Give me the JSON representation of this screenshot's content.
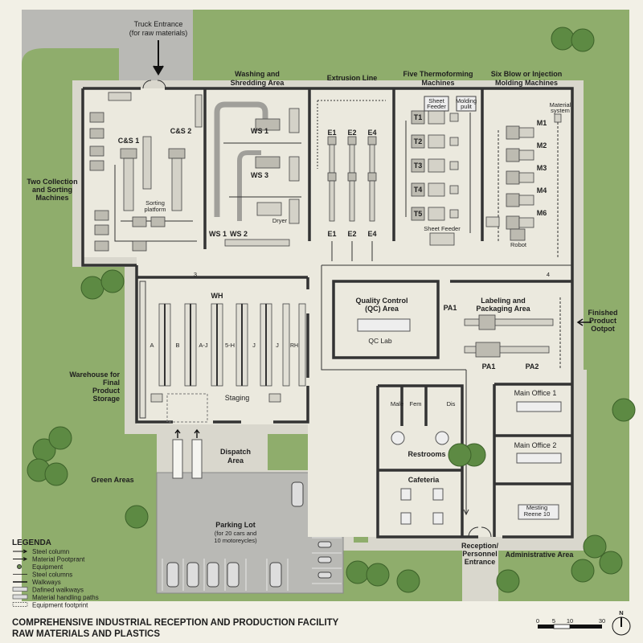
{
  "colors": {
    "background": "#f2f0e6",
    "grass": "#8fad6c",
    "floor": "#ebe9de",
    "wall": "#333333",
    "road": "#b9b9b5",
    "tree": "#5d8a43"
  },
  "site": {
    "truck_entrance": [
      "Truck Entrance",
      "(for raw materials)"
    ],
    "collection_label": [
      "Two Collection",
      "and Sorting",
      "Machines"
    ],
    "warehouse_label": [
      "Warehouse for",
      "Final",
      "Product",
      "Storage"
    ],
    "green_areas": "Green Areas",
    "dispatch_area": [
      "Dispatch",
      "Area"
    ],
    "parking": {
      "title": "Parking Lot",
      "sub": [
        "(for 20 cars and",
        "10 motoreycles)"
      ]
    },
    "reception": [
      "Reception/",
      "Personnel",
      "Entrance"
    ],
    "administrative_area": "Administrative Area",
    "finished_output": [
      "Finished",
      "Product",
      "Ootpot"
    ]
  },
  "areas": {
    "washing": [
      "Washing and",
      "Shredding Area"
    ],
    "extrusion": "Extrusion Line",
    "thermoforming": [
      "Five Thermoforming",
      "Machines"
    ],
    "molding": [
      "Six Blow or Injection",
      "Molding Machines"
    ]
  },
  "sorting": {
    "cs1": "C&S 1",
    "cs2": "C&S 2",
    "platform": [
      "Sorting",
      "platform"
    ]
  },
  "washing_eq": {
    "ws1_top": "WS 1",
    "ws3": "WS 3",
    "ws1": "WS 1",
    "ws2": "WS 2",
    "dryer": "Dryer"
  },
  "extrusion_eq": {
    "top": [
      "E1",
      "E2",
      "E4"
    ],
    "bottom": [
      "E1",
      "E2",
      "E4"
    ]
  },
  "thermo_eq": {
    "machines": [
      "T1",
      "T2",
      "T3",
      "T4",
      "T5"
    ],
    "sheet_feeder_top": [
      "Sheet",
      "Feeder"
    ],
    "molding_unit": [
      "Molding",
      "pulit"
    ],
    "sheet_feeder": "Sheet Feeder"
  },
  "molding_eq": {
    "machines": [
      "M1",
      "M2",
      "M3",
      "M4",
      "M6"
    ],
    "material_system": [
      "Material",
      "system"
    ],
    "robot": "Robot"
  },
  "markers": {
    "three": "3",
    "four": "4"
  },
  "warehouse": {
    "title": "WH",
    "racks": [
      "A",
      "B",
      "A-J",
      "5-H",
      "J",
      "J",
      "RH"
    ],
    "staging": "Staging"
  },
  "qc": {
    "title": [
      "Quality Control",
      "(QC) Area"
    ],
    "lab": "QC Lab",
    "pa1_side": "PA1"
  },
  "packaging": {
    "title": [
      "Labeling and",
      "Packaging Area"
    ],
    "pa1": "PA1",
    "pa2": "PA2"
  },
  "restrooms": {
    "male": "Male",
    "fem": "Fem",
    "dis": "Dis",
    "title": "Restrooms"
  },
  "cafeteria": "Cafeteria",
  "offices": {
    "office1": "Main Office 1",
    "office2": "Main Office 2",
    "meeting": [
      "Mesting",
      "Reene 10"
    ]
  },
  "legend": {
    "title": "LEGENDA",
    "items": [
      "Steel column",
      "Material Pootprant",
      "Equipment",
      "Steel columns",
      "Walkways",
      "Dafined walkways",
      "Material handling paths",
      "Equipment footprint"
    ]
  },
  "footer": {
    "title": [
      "COMPREHENSIVE INDUSTRIAL RECEPTION AND PRODUCTION FACILITY",
      "RAW MATERIALS AND PLASTICS"
    ]
  },
  "scale": {
    "ticks": [
      "0",
      "5",
      "10",
      "30"
    ],
    "north": "N"
  }
}
